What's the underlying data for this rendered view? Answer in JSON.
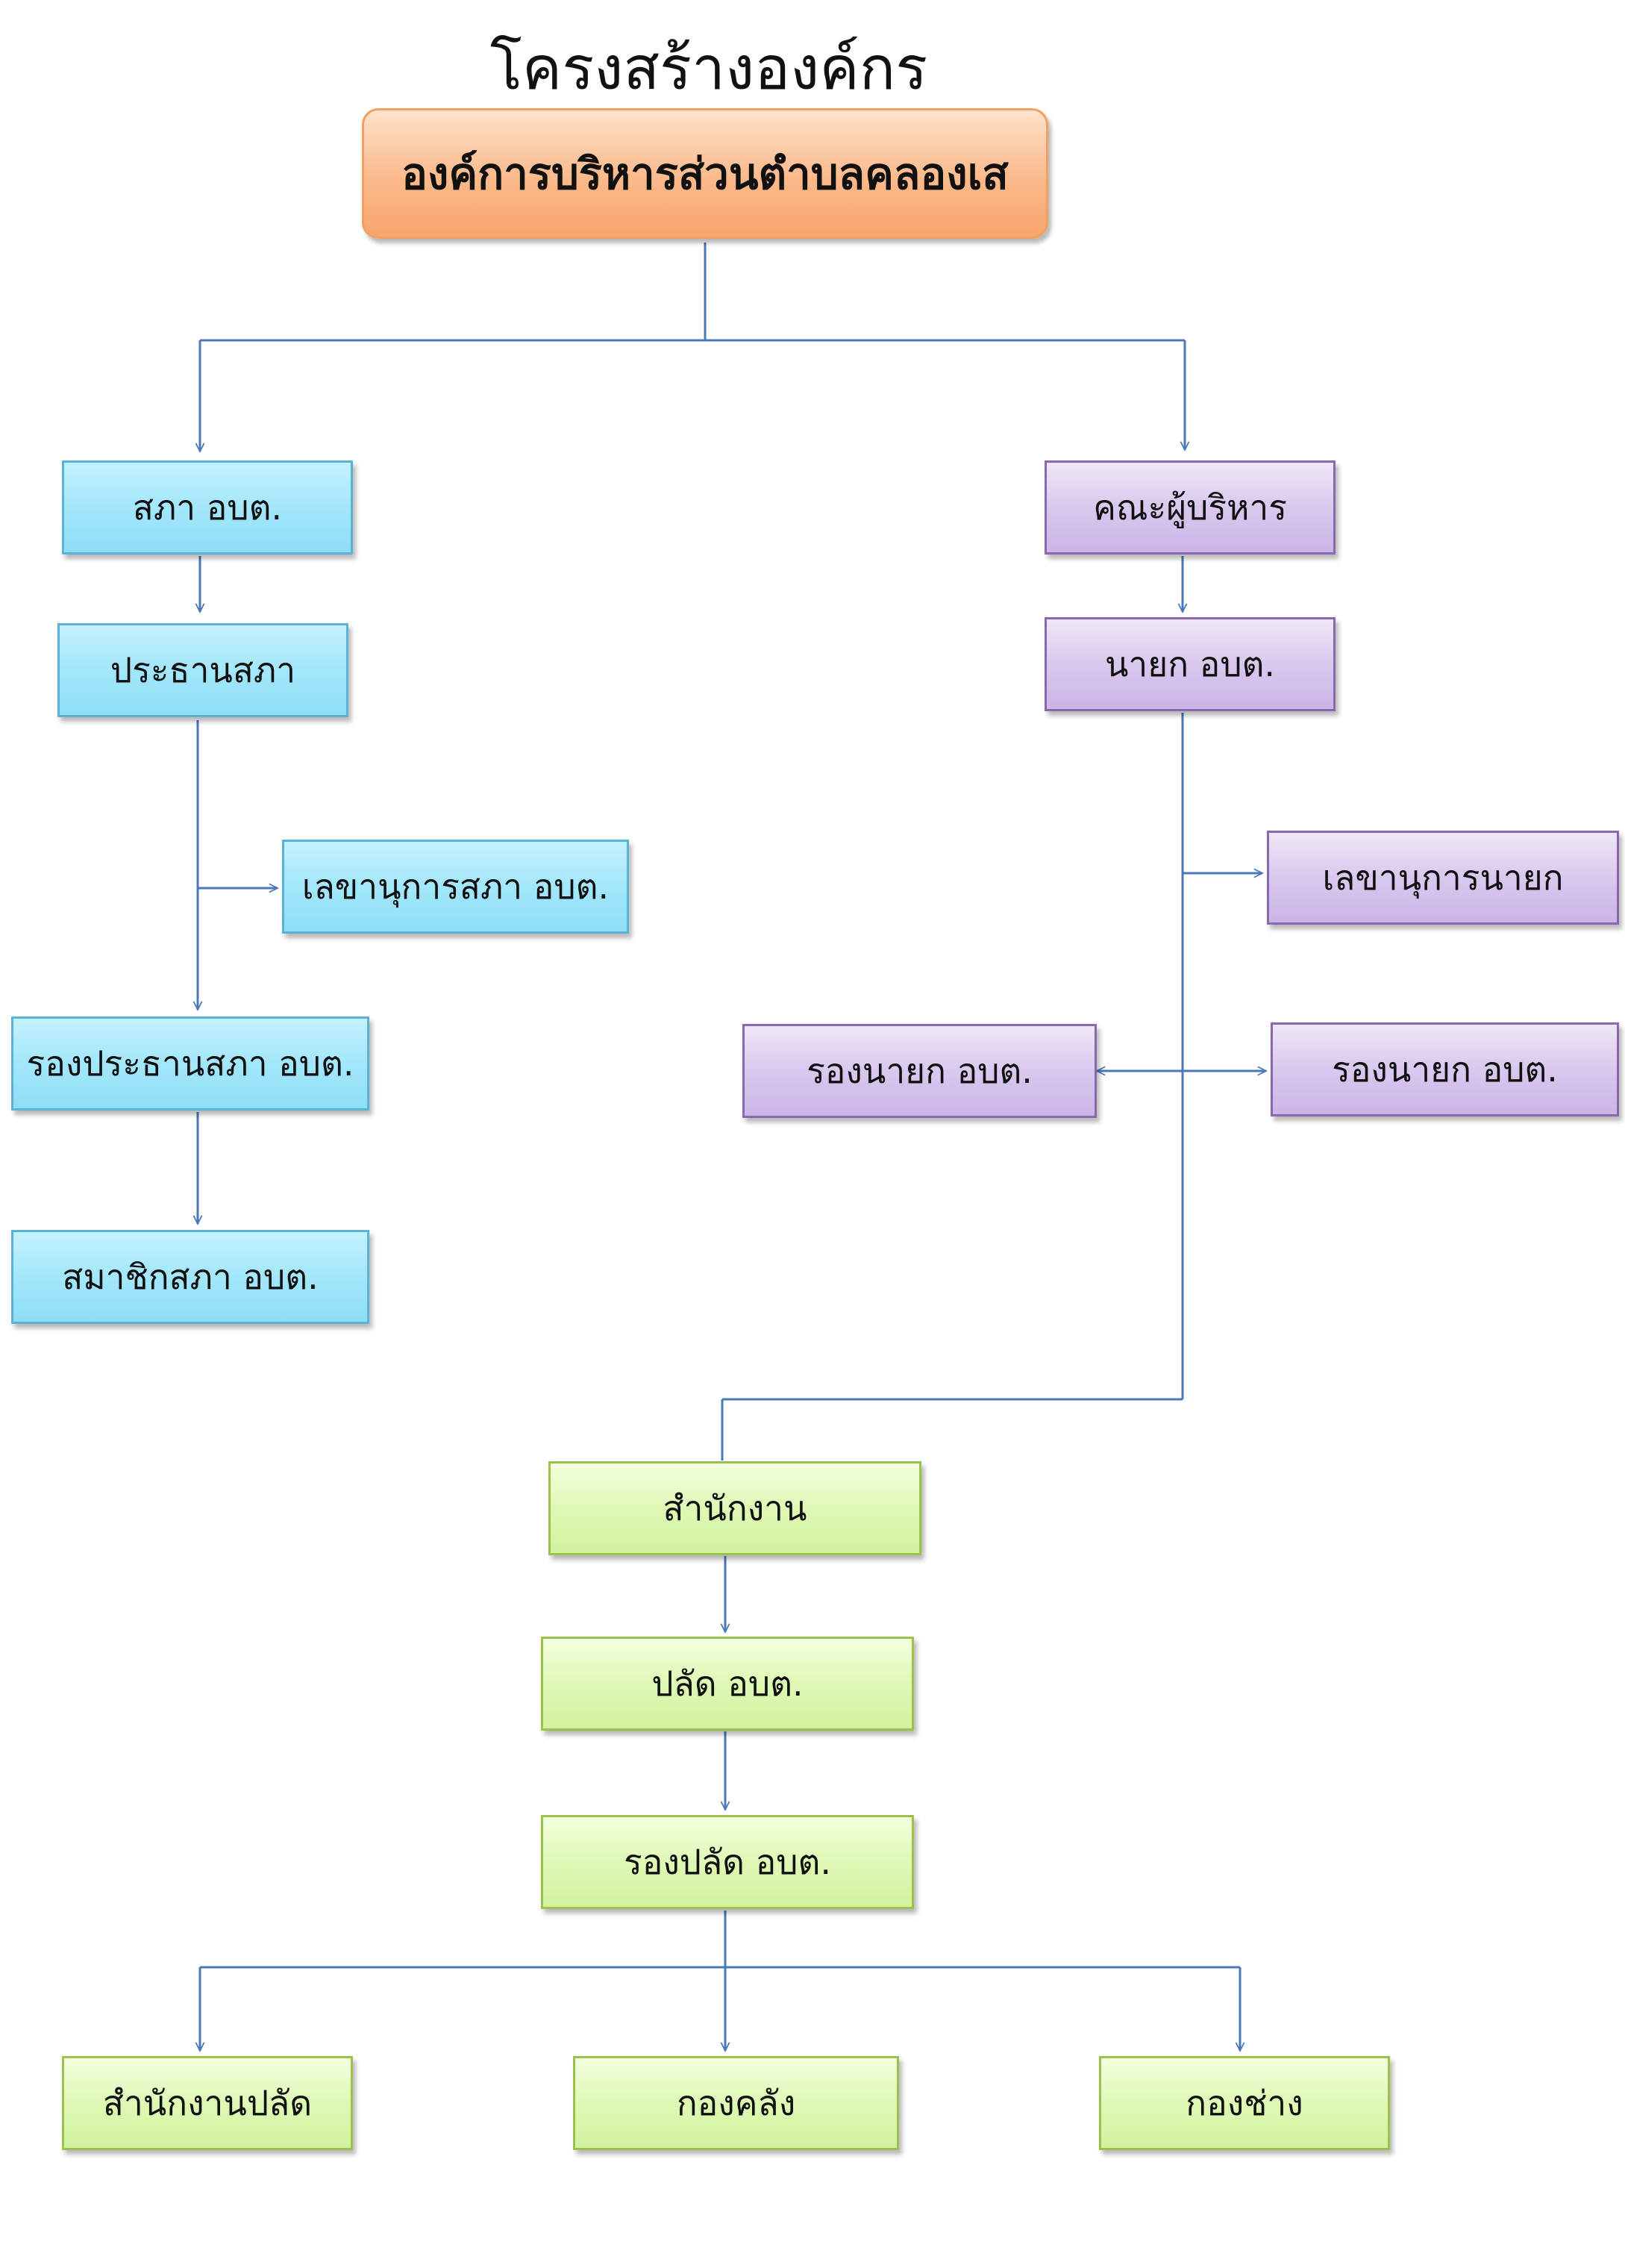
{
  "title": "โครงสร้างองค์กร",
  "nodes": {
    "root": "องค์การบริหารส่วนตำบลคลองเส",
    "council": "สภา อบต.",
    "council_chair": "ประธานสภา",
    "council_secretary": "เลขานุการสภา อบต.",
    "council_vice_chair": "รองประธานสภา อบต.",
    "council_member": "สมาชิกสภา อบต.",
    "executive_board": "คณะผู้บริหาร",
    "mayor": "นายก อบต.",
    "mayor_secretary": "เลขานุการนายก",
    "deputy_mayor_left": "รองนายก อบต.",
    "deputy_mayor_right": "รองนายก อบต.",
    "office": "สำนักงาน",
    "palad": "ปลัด อบต.",
    "deputy_palad": "รองปลัด อบต.",
    "palad_office": "สำนักงานปลัด",
    "finance_division": "กองคลัง",
    "engineering_division": "กองช่าง"
  },
  "colors": {
    "connector": "#4a78b8",
    "root_fill": "#fbb98a",
    "council_fill": "#a3e7fb",
    "executive_fill": "#d9c8ee",
    "staff_fill": "#dff8b5"
  }
}
